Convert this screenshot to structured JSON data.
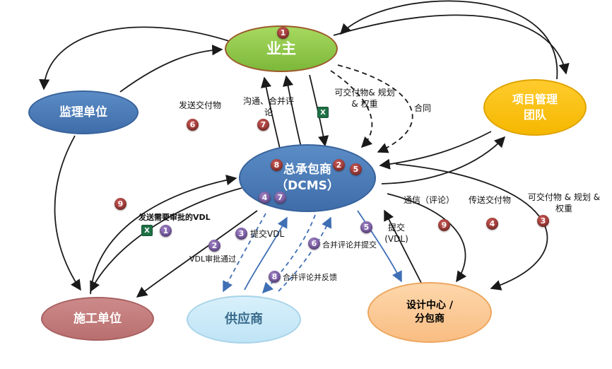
{
  "nodes": {
    "owner": {
      "label": "业主",
      "badge": "1"
    },
    "supervision": {
      "label": "监理单位"
    },
    "pm_team": {
      "label": "项目管理\n团队"
    },
    "contractor": {
      "label": "总承包商\n（DCMS）",
      "badge_8": "8",
      "badge_2": "2",
      "badge_5": "5",
      "badge_4": "4",
      "badge_7": "7"
    },
    "construction": {
      "label": "施工单位"
    },
    "supplier": {
      "label": "供应商"
    },
    "design": {
      "label": "设计中心 /\n分包商"
    }
  },
  "edges": {
    "send_deliverables": {
      "label": "发送交付物",
      "badge": "6"
    },
    "communicate": {
      "label": "沟通、合并评\n论",
      "badge": "7"
    },
    "deliverables_plan_top": {
      "label": "可交付物& 规划\n& 权重"
    },
    "contract": {
      "label": "合同"
    },
    "comm_comments": {
      "label": "通信（评论）",
      "badge": "9"
    },
    "transfer_deliverables": {
      "label": "传送交付物",
      "badge": "4"
    },
    "deliverables_plan_right": {
      "label": "可交付物 & 规划 &\n权重",
      "badge": "3"
    },
    "construction_loop": {
      "badge": "9"
    },
    "send_vdl": {
      "label": "发送需要审批的VDL",
      "badge": "1"
    },
    "submit_vdl": {
      "label": "提交VDL",
      "badge": "3"
    },
    "vdl_approved": {
      "label": "VDL审批通过",
      "badge": "2"
    },
    "merge_submit": {
      "label": "合并评论并提交",
      "badge": "6"
    },
    "submit_vdl_design": {
      "label": "提交\n(VDL)",
      "badge": "5"
    },
    "merge_feedback": {
      "label": "合并评论并反馈",
      "badge": "8"
    }
  },
  "icons": {
    "excel_label": "X"
  },
  "colors": {
    "owner_fill": "#8fc641",
    "blue_node_fill": "#4f81bd",
    "pm_fill": "#ffc000",
    "construction_fill": "#c67d7d",
    "supplier_fill": "#c9eafb",
    "design_fill": "#fbc990",
    "badge_red": "#993634",
    "badge_purple": "#7a5da5",
    "arrow_black": "#1a1a1a",
    "arrow_blue": "#3f6fb5"
  }
}
